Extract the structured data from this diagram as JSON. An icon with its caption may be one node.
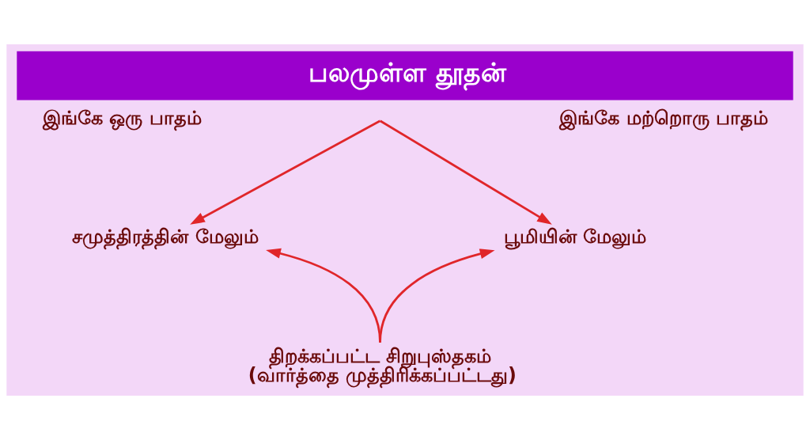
{
  "diagram": {
    "title": "பலமுள்ள தூதன்",
    "nodes": [
      {
        "text": [
          "சமுத்திரத்தின் மேலும்"
        ]
      },
      {
        "text": [
          "பூமியின் மேலும்"
        ]
      },
      {
        "text": [
          "திறக்கப்பட்ட சிறுபுஸ்தகம்",
          "(வார்த்தை முத்திரிக்கப்பட்டது)"
        ]
      }
    ],
    "edges": [
      {
        "from": 0,
        "to": 1,
        "arrow": "both"
      },
      {
        "from": 2,
        "to": 0,
        "arrow": "to"
      },
      {
        "from": 2,
        "to": 1,
        "arrow": "to"
      }
    ],
    "labels": [
      "இங்கே ஒரு பாதம்",
      "இங்கே மற்றொரு பாதம்"
    ]
  }
}
